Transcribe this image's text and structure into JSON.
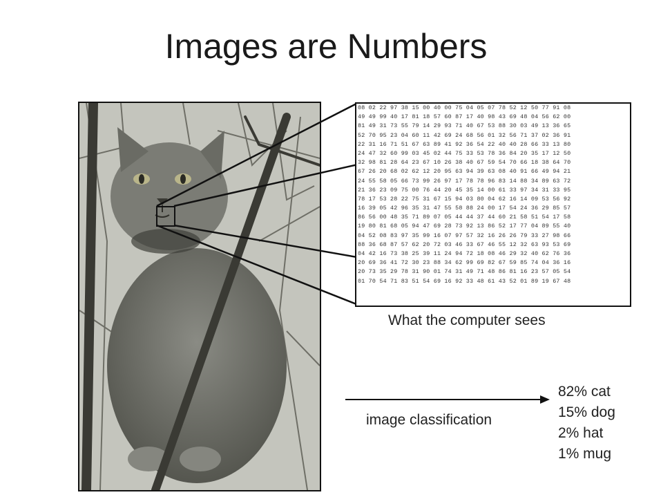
{
  "slide": {
    "title": "Images are Numbers"
  },
  "matrix": {
    "caption": "What the computer sees",
    "rows": [
      "08 02 22 97 38 15 00 40 00 75 04 05 07 78 52 12 50 77 91 08",
      "49 49 99 40 17 81 18 57 60 87 17 40 98 43 69 48 04 56 62 00",
      "81 49 31 73 55 79 14 29 93 71 40 67 53 88 30 03 49 13 36 65",
      "52 70 95 23 04 60 11 42 69 24 68 56 01 32 56 71 37 02 36 91",
      "22 31 16 71 51 67 63 89 41 92 36 54 22 40 40 28 66 33 13 80",
      "24 47 32 60 99 03 45 02 44 75 33 53 78 36 84 20 35 17 12 50",
      "32 98 81 28 64 23 67 10 26 38 40 67 59 54 70 66 18 38 64 70",
      "67 26 20 68 02 62 12 20 95 63 94 39 63 08 40 91 66 49 94 21",
      "24 55 58 05 66 73 99 26 97 17 78 78 96 83 14 88 34 89 63 72",
      "21 36 23 09 75 00 76 44 20 45 35 14 00 61 33 97 34 31 33 95",
      "78 17 53 28 22 75 31 67 15 94 03 80 04 62 16 14 09 53 56 92",
      "16 39 05 42 96 35 31 47 55 58 88 24 00 17 54 24 36 29 85 57",
      "86 56 00 48 35 71 89 07 05 44 44 37 44 60 21 58 51 54 17 58",
      "19 80 81 68 05 94 47 69 28 73 92 13 86 52 17 77 04 89 55 40",
      "04 52 08 83 97 35 99 16 07 97 57 32 16 26 26 79 33 27 98 66",
      "88 36 68 87 57 62 20 72 03 46 33 67 46 55 12 32 63 93 53 69",
      "04 42 16 73 38 25 39 11 24 94 72 18 08 46 29 32 40 62 76 36",
      "20 69 36 41 72 30 23 88 34 62 99 69 82 67 59 85 74 04 36 16",
      "20 73 35 29 78 31 90 01 74 31 49 71 48 86 81 16 23 57 05 54",
      "01 70 54 71 83 51 54 69 16 92 33 48 61 43 52 01 89 19 67 48"
    ]
  },
  "classification": {
    "arrow_label": "image classification",
    "results": [
      "82% cat",
      "15% dog",
      "2% hat",
      "1% mug"
    ]
  },
  "colors": {
    "photo_bg": "#b9bab2",
    "cat_fur": "#6d6e68",
    "branches": "#3a3a34"
  }
}
